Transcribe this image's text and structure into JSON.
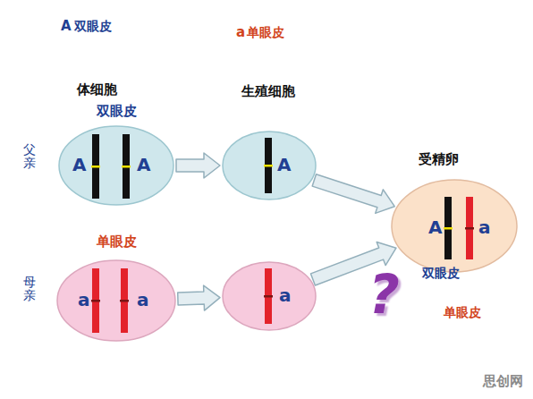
{
  "diagram": {
    "nodes": [
      {
        "text": [
          "双眼皮",
          "A",
          "A"
        ]
      },
      {
        "text": [
          "A"
        ]
      },
      {
        "text": [
          "单眼皮",
          "a",
          "a"
        ]
      },
      {
        "text": [
          "a"
        ]
      },
      {
        "text": [
          "受精卵",
          "A",
          "a"
        ]
      }
    ],
    "edges": [
      {
        "from": 0,
        "to": 1,
        "arrow": "to"
      },
      {
        "from": 2,
        "to": 3,
        "arrow": "to"
      },
      {
        "from": 1,
        "to": 4,
        "arrow": "to"
      },
      {
        "from": 3,
        "to": 4,
        "arrow": "to"
      }
    ],
    "labels": [
      "A",
      "双眼皮",
      "a",
      "单眼皮",
      "体细胞",
      "生殖细胞",
      "父亲",
      "母亲",
      "双眼皮",
      "?",
      "单眼皮",
      "思创网"
    ]
  }
}
